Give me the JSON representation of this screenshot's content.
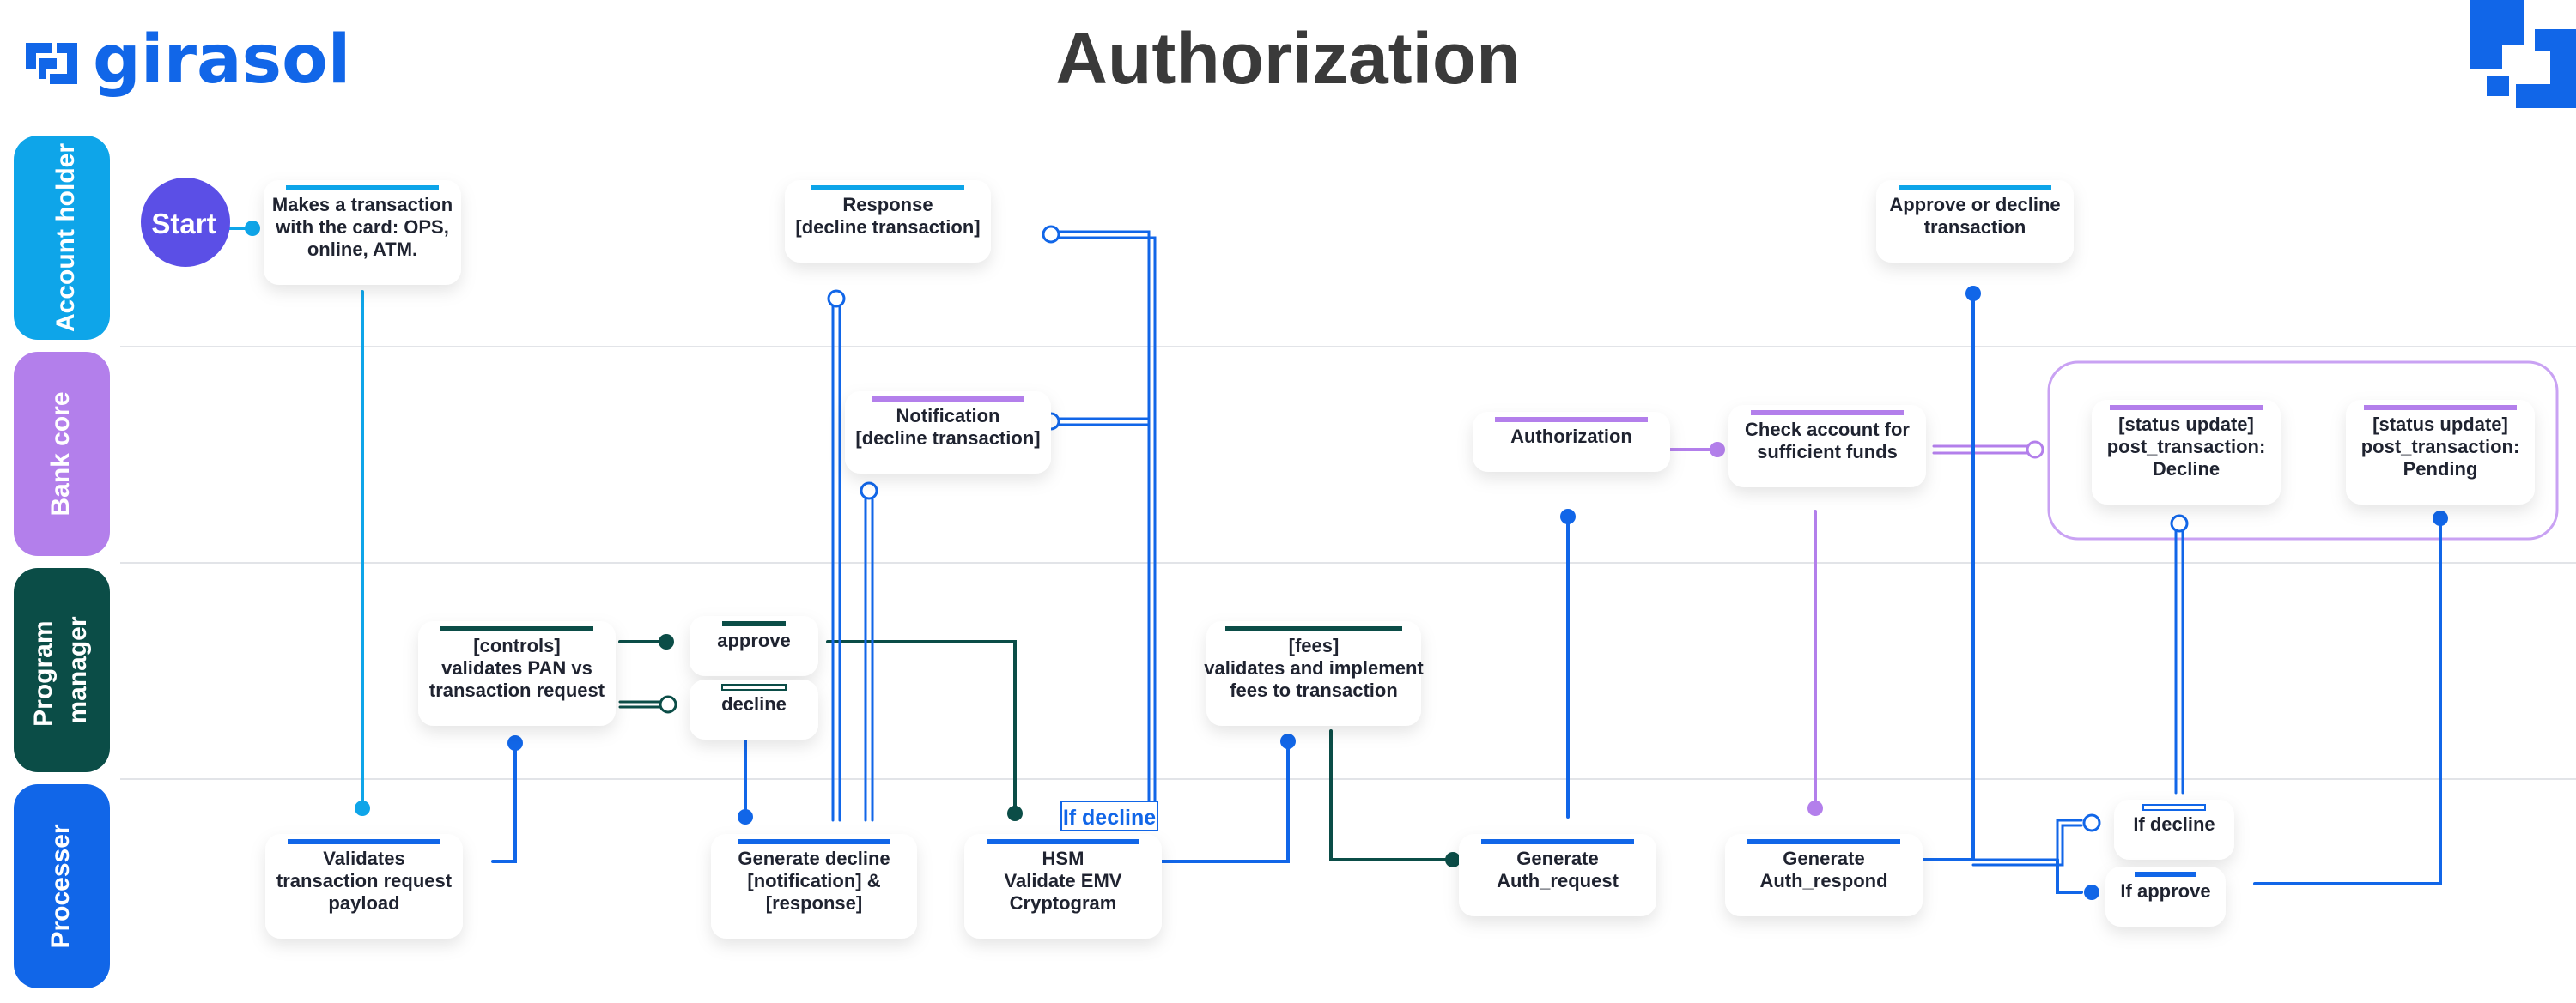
{
  "header": {
    "logo_text": "girasol",
    "title": "Authorization"
  },
  "colors": {
    "account_holder": "#0ea5e9",
    "bank_core": "#b37feb",
    "program_manager": "#0b4d47",
    "processer": "#1166e8",
    "start": "#5b4fe6",
    "text": "#1f2330"
  },
  "lanes": [
    {
      "label": "Account holder",
      "color": "#0ea5e9"
    },
    {
      "label": "Bank core",
      "color": "#b37feb"
    },
    {
      "label": "Program manager",
      "color": "#0b4d47"
    },
    {
      "label": "Processer",
      "color": "#1166e8"
    }
  ],
  "start_label": "Start",
  "nodes": {
    "makes_transaction": [
      "Makes a transaction",
      "with the card: OPS,",
      "online, ATM."
    ],
    "response": [
      "Response",
      "[decline transaction]"
    ],
    "approve_decline_tx": [
      "Approve or decline",
      "transaction"
    ],
    "notification": [
      "Notification",
      "[decline transaction]"
    ],
    "authorization": [
      "Authorization"
    ],
    "check_account": [
      "Check account for",
      "sufficient funds"
    ],
    "status_decline": [
      "[status update]",
      "post_transaction:",
      "Decline"
    ],
    "status_pending": [
      "[status update]",
      "post_transaction:",
      "Pending"
    ],
    "controls": [
      "[controls]",
      "validates PAN vs",
      "transaction request"
    ],
    "approve": [
      "approve"
    ],
    "decline": [
      "decline"
    ],
    "fees": [
      "[fees]",
      "validates and implement",
      "fees to transaction"
    ],
    "validates_request": [
      "Validates",
      "transaction request",
      "payload"
    ],
    "generate_decline": [
      "Generate decline",
      "[notification] &",
      "[response]"
    ],
    "hsm": [
      "HSM",
      "Validate EMV",
      "Cryptogram"
    ],
    "generate_auth_request": [
      "Generate",
      "Auth_request"
    ],
    "generate_auth_respond": [
      "Generate",
      "Auth_respond"
    ],
    "if_decline_small": [
      "If decline"
    ],
    "if_approve_small": [
      "If approve"
    ]
  },
  "if_decline_box": "If decline"
}
